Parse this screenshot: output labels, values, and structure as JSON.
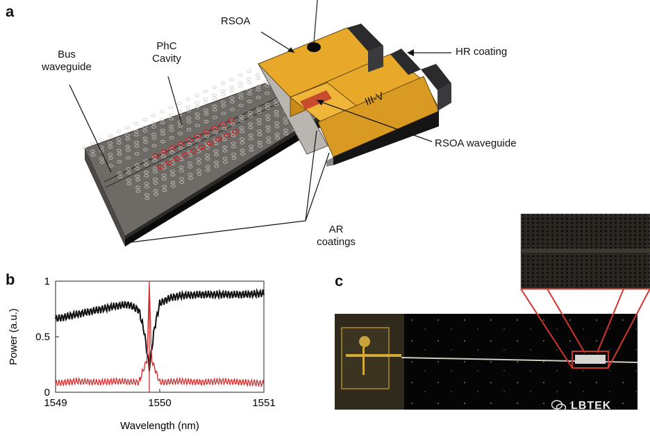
{
  "panel_a": {
    "letter": "a",
    "labels": {
      "bus_waveguide": "Bus\nwaveguide",
      "phc_cavity": "PhC\nCavity",
      "rsoa": "RSOA",
      "hr_coating": "HR coating",
      "iii_v": "III-V",
      "rsoa_waveguide": "RSOA waveguide",
      "ar_coatings": "AR\ncoatings"
    }
  },
  "panel_b": {
    "letter": "b",
    "chart_data": {
      "type": "line",
      "xlabel": "Wavelength (nm)",
      "ylabel": "Power (a.u.)",
      "xlim": [
        1549,
        1551
      ],
      "ylim": [
        0,
        1
      ],
      "xticks": [
        "1549",
        "1550",
        "1551"
      ],
      "yticks": [
        "0",
        "0.5",
        "1"
      ],
      "series": [
        {
          "color": "#111111",
          "x": [
            1549.0,
            1549.1,
            1549.2,
            1549.3,
            1549.4,
            1549.5,
            1549.6,
            1549.7,
            1549.8,
            1549.85,
            1549.9,
            1549.95,
            1550.0,
            1550.1,
            1550.2,
            1550.4,
            1550.6,
            1550.8,
            1551.0
          ],
          "y": [
            0.66,
            0.68,
            0.7,
            0.72,
            0.74,
            0.76,
            0.78,
            0.79,
            0.74,
            0.55,
            0.22,
            0.58,
            0.8,
            0.85,
            0.87,
            0.88,
            0.88,
            0.88,
            0.89
          ]
        },
        {
          "color": "#d62b2b",
          "x": [
            1549.0,
            1549.2,
            1549.4,
            1549.6,
            1549.8,
            1549.88,
            1549.9,
            1549.92,
            1550.0,
            1550.2,
            1550.4,
            1550.6,
            1550.8,
            1551.0
          ],
          "y": [
            0.08,
            0.1,
            0.09,
            0.1,
            0.09,
            0.3,
            1.0,
            0.3,
            0.09,
            0.1,
            0.09,
            0.1,
            0.09,
            0.08
          ]
        }
      ]
    }
  },
  "panel_c": {
    "letter": "c",
    "watermark": "LBTEK"
  },
  "colors": {
    "gold": "#e8a82a",
    "chip_gray": "#6e6a66",
    "cavity_red": "#c8282c",
    "data_red": "#d62b2b",
    "inset_red": "#d2352c"
  }
}
